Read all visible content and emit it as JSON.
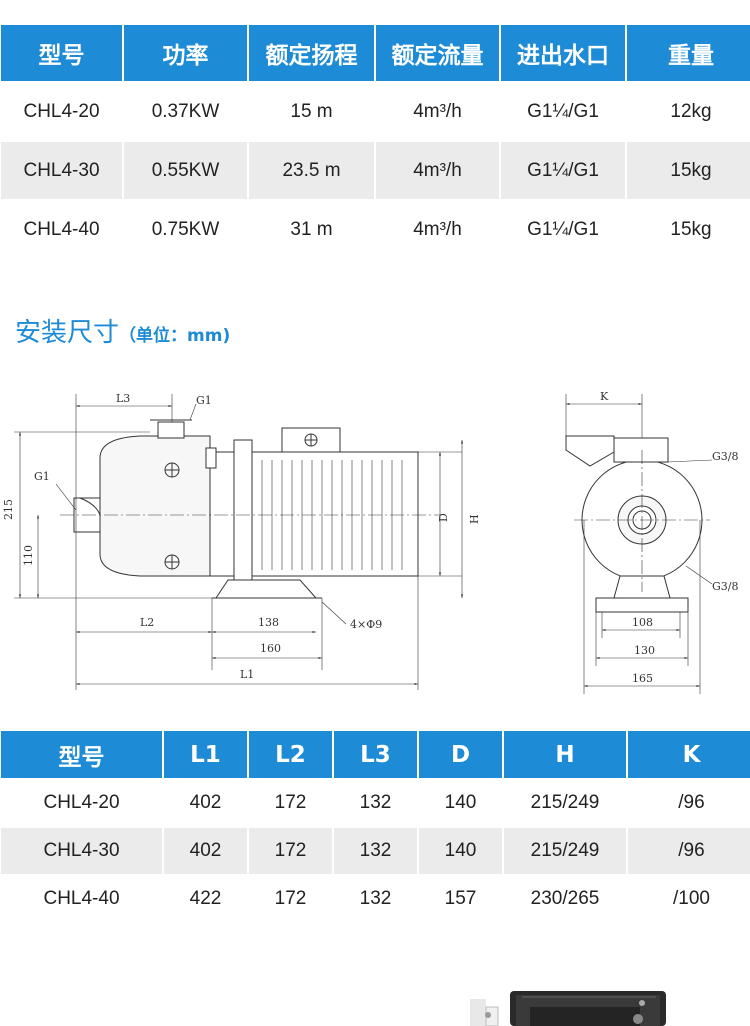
{
  "spec_table": {
    "headers": [
      "型号",
      "功率",
      "额定扬程",
      "额定流量",
      "进出水口",
      "重量"
    ],
    "rows": [
      [
        "CHL4-20",
        "0.37KW",
        "15 m",
        "4m³/h",
        "G1¼/G1",
        "12kg"
      ],
      [
        "CHL4-30",
        "0.55KW",
        "23.5 m",
        "4m³/h",
        "G1¼/G1",
        "15kg"
      ],
      [
        "CHL4-40",
        "0.75KW",
        "31 m",
        "4m³/h",
        "G1¼/G1",
        "15kg"
      ]
    ]
  },
  "section": {
    "title": "安装尺寸",
    "unit": "（单位：mm)"
  },
  "drawing": {
    "front_labels": {
      "l3": "L3",
      "g1_top": "G1",
      "g1_left": "G1",
      "h215": "215",
      "h110": "110",
      "d": "D",
      "h": "H",
      "l2": "L2",
      "w138": "138",
      "holes": "4×Φ9",
      "w160": "160",
      "l1": "L1"
    },
    "side_labels": {
      "k": "K",
      "g38_top": "G3/8",
      "g38_bottom": "G3/8",
      "w108": "108",
      "w130": "130",
      "w165": "165"
    }
  },
  "dim_table": {
    "headers": [
      "型号",
      "L1",
      "L2",
      "L3",
      "D",
      "H",
      "K"
    ],
    "rows": [
      [
        "CHL4-20",
        "402",
        "172",
        "132",
        "140",
        "215/249",
        "/96"
      ],
      [
        "CHL4-30",
        "402",
        "172",
        "132",
        "140",
        "215/249",
        "/96"
      ],
      [
        "CHL4-40",
        "422",
        "172",
        "132",
        "157",
        "230/265",
        "/100"
      ]
    ]
  }
}
